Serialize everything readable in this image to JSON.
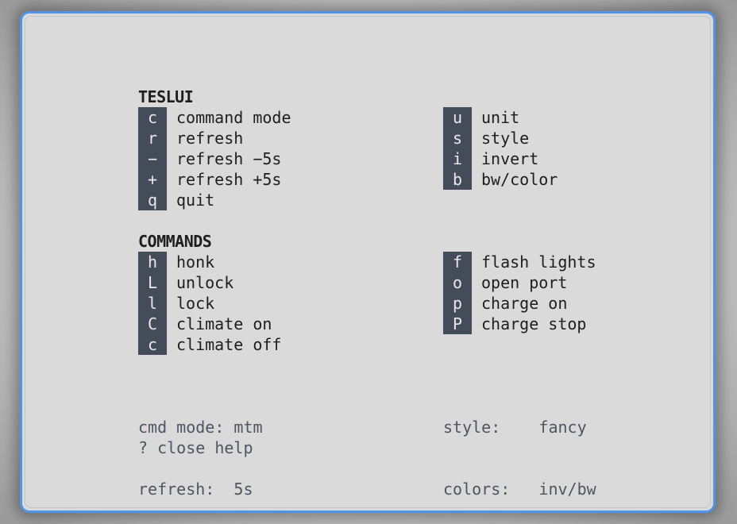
{
  "sections": [
    {
      "title": "TESLUI",
      "left": [
        {
          "key": "c",
          "label": "command mode"
        },
        {
          "key": "r",
          "label": "refresh"
        },
        {
          "key": "−",
          "label": "refresh −5s"
        },
        {
          "key": "+",
          "label": "refresh +5s"
        },
        {
          "key": "q",
          "label": "quit"
        }
      ],
      "right": [
        {
          "key": "u",
          "label": "unit"
        },
        {
          "key": "s",
          "label": "style"
        },
        {
          "key": "i",
          "label": "invert"
        },
        {
          "key": "b",
          "label": "bw/color"
        }
      ]
    },
    {
      "title": "COMMANDS",
      "left": [
        {
          "key": "h",
          "label": "honk"
        },
        {
          "key": "L",
          "label": "unlock"
        },
        {
          "key": "l",
          "label": "lock"
        },
        {
          "key": "C",
          "label": "climate on"
        },
        {
          "key": "c",
          "label": "climate off"
        }
      ],
      "right": [
        {
          "key": "f",
          "label": "flash lights"
        },
        {
          "key": "o",
          "label": "open port"
        },
        {
          "key": "p",
          "label": "charge on"
        },
        {
          "key": "P",
          "label": "charge stop"
        }
      ]
    }
  ],
  "status": {
    "left": [
      "cmd mode: mtm",
      "refresh:  5s"
    ],
    "right": [
      "style:    fancy",
      "colors:   inv/bw"
    ]
  },
  "footer": "? close help"
}
